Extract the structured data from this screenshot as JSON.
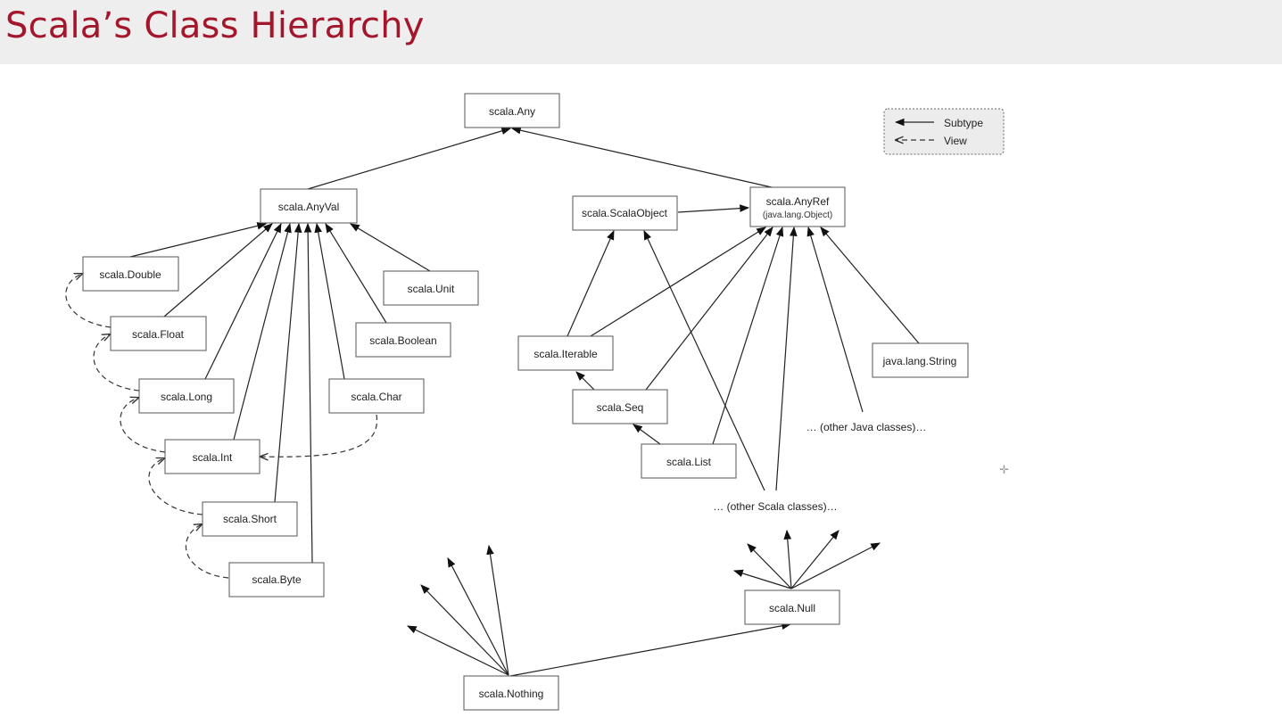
{
  "slide": {
    "title": "Scala’s Class Hierarchy"
  },
  "legend": {
    "subtype": "Subtype",
    "view": "View"
  },
  "nodes": {
    "any": "scala.Any",
    "anyval": "scala.AnyVal",
    "anyref": "scala.AnyRef",
    "anyref_sub": "(java.lang.Object)",
    "scalaobject": "scala.ScalaObject",
    "double": "scala.Double",
    "float": "scala.Float",
    "long": "scala.Long",
    "int": "scala.Int",
    "short": "scala.Short",
    "byte": "scala.Byte",
    "unit": "scala.Unit",
    "boolean": "scala.Boolean",
    "char": "scala.Char",
    "iterable": "scala.Iterable",
    "seq": "scala.Seq",
    "list": "scala.List",
    "string": "java.lang.String",
    "other_java": "… (other Java classes)…",
    "other_scala": "… (other Scala classes)…",
    "null": "scala.Null",
    "nothing": "scala.Nothing"
  }
}
